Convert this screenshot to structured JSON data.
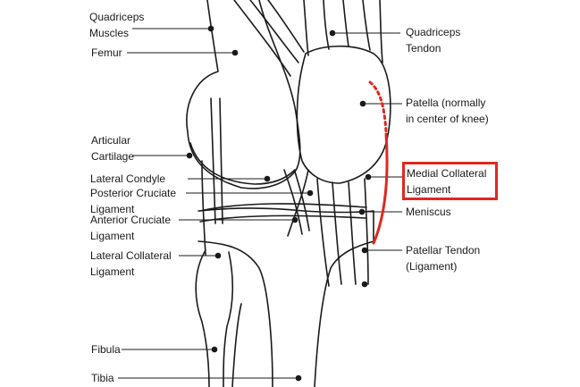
{
  "labels": {
    "quadriceps_muscles": [
      "Quadriceps",
      "Muscles"
    ],
    "femur": [
      "Femur"
    ],
    "articular_cartilage": [
      "Articular",
      "Cartilage"
    ],
    "lateral_condyle": [
      "Lateral Condyle"
    ],
    "posterior_cruciate": [
      "Posterior Cruciate",
      "Ligament"
    ],
    "anterior_cruciate": [
      "Anterior Cruciate",
      "Ligament"
    ],
    "lateral_collateral": [
      "Lateral Collateral",
      "Ligament"
    ],
    "fibula": [
      "Fibula"
    ],
    "tibia": [
      "Tibia"
    ],
    "quadriceps_tendon": [
      "Quadriceps",
      "Tendon"
    ],
    "patella": [
      "Patella (normally",
      "in center of knee)"
    ],
    "medial_collateral": [
      "Medial Collateral",
      "Ligament"
    ],
    "meniscus": [
      "Meniscus"
    ],
    "patellar_tendon": [
      "Patellar Tendon",
      "(Ligament)"
    ]
  },
  "colors": {
    "line": "#1a1a1a",
    "highlight": "#e0281e"
  }
}
